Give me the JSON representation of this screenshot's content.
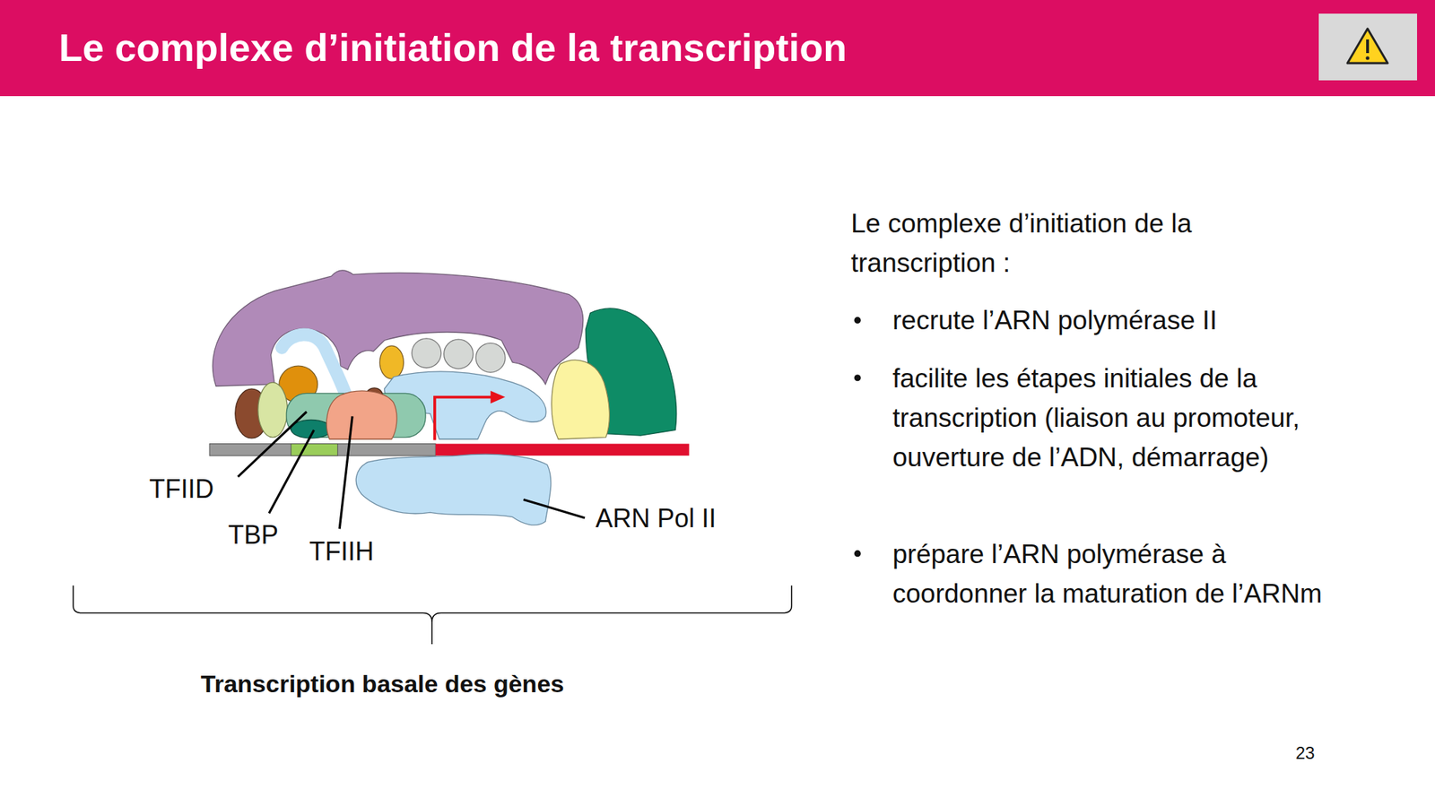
{
  "diagram": {
    "title": "Le complexe d’initiation de la transcription",
    "labels": [
      "Le complexe d’initiation de la transcription :",
      "recrute l’ARN polymérase II",
      "facilite les étapes initiales de la transcription (liaison au promoteur, ouverture de l’ADN, démarrage)",
      "prépare l’ARN polymérase à coordonner la maturation de l’ARNm",
      "TFIID",
      "TBP",
      "TFIIH",
      "ARN Pol II",
      "Transcription basale des gènes",
      "23"
    ]
  }
}
